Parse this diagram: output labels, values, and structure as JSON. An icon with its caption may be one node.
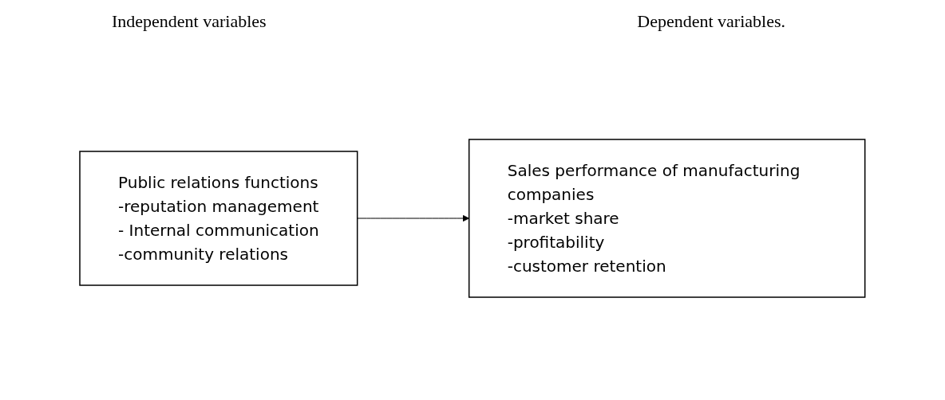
{
  "diagram": {
    "nodes": [
      {
        "text": [
          "Public relations functions",
          "-reputation management",
          "- Internal communication",
          "-community relations"
        ]
      },
      {
        "text": [
          "Sales performance of manufacturing companies",
          "-market share",
          "-profitability",
          "-customer retention"
        ]
      }
    ],
    "edges": [
      {
        "from": 0,
        "to": 1,
        "arrow": "to"
      }
    ],
    "labels": [
      "Independent variables",
      "Dependent variables."
    ]
  }
}
